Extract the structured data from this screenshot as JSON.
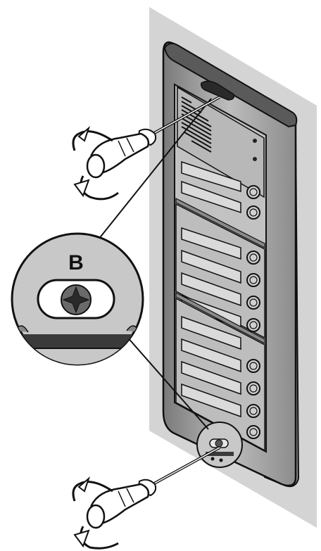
{
  "figure": {
    "callout_label": "B",
    "colors": {
      "wall": "#d4d4d4",
      "panel_frame": "#9a9a9a",
      "panel_face": "#bcbcbc",
      "name_slot": "#d8d8d8",
      "outline": "#111111",
      "callout_bg": "#c8c8c8",
      "accent_dark": "#3a3a3a"
    },
    "modules": [
      {
        "name": "speaker-module",
        "slots": 2,
        "buttons": 2
      },
      {
        "name": "button-module-1",
        "slots": 4,
        "buttons": 4
      },
      {
        "name": "button-module-2",
        "slots": 4,
        "buttons": 4
      }
    ],
    "icons": [
      "screwdriver-icon",
      "rotate-arrow-icon",
      "screw-icon"
    ]
  }
}
